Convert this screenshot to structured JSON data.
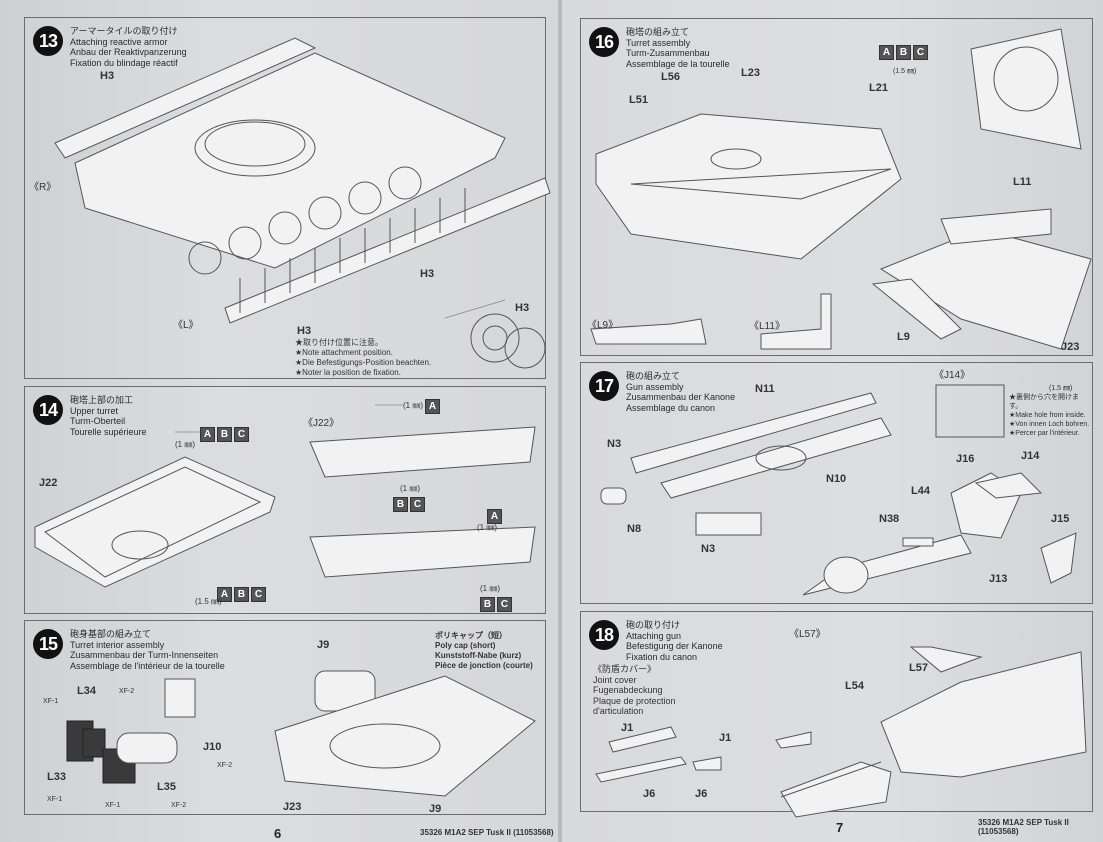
{
  "document": {
    "title": "M1A2 SEP Tusk II assembly instructions",
    "left_page_number": "6",
    "right_page_number": "7",
    "footer_left": "35326  M1A2 SEP Tusk II (11053568)",
    "footer_right": "35326  M1A2 SEP Tusk II (11053568)"
  },
  "steps": [
    {
      "number": "13",
      "jp": "アーマータイルの取り付け",
      "en": "Attaching reactive armor",
      "de": "Anbau der Reaktivpanzerung",
      "fr": "Fixation du blindage réactif",
      "part_labels": [
        "H3",
        "H3",
        "H3",
        "H3"
      ],
      "side_labels": [
        "《R》",
        "《L》"
      ],
      "notes": [
        "★取り付け位置に注意。",
        "★Note attachment position.",
        "★Die Befestigungs-Position beachten.",
        "★Noter la position de fixation."
      ]
    },
    {
      "number": "14",
      "jp": "砲塔上部の加工",
      "en": "Upper turret",
      "de": "Turm-Oberteil",
      "fr": "Tourelle supérieure",
      "part_labels": [
        "J22"
      ],
      "sub_label": "《J22》",
      "drill_1mm": "(1 ㎜)",
      "drill_15mm": "(1.5 ㎜)",
      "badges_abc": [
        "A",
        "B",
        "C"
      ],
      "badge_a": [
        "A"
      ],
      "badges_bc": [
        "B",
        "C"
      ]
    },
    {
      "number": "15",
      "jp": "砲身基部の組み立て",
      "en": "Turret interior assembly",
      "de": "Zusammenbau der Turm-Innenseiten",
      "fr": "Assemblage de l'intérieur de la tourelle",
      "part_labels": [
        "L34",
        "L33",
        "L35",
        "J10",
        "J9",
        "J9",
        "J23"
      ],
      "paints": [
        "XF-1",
        "XF-2",
        "XF-1",
        "XF-1",
        "XF-2",
        "XF-2"
      ],
      "polycap": {
        "jp": "ポリキャップ（短）",
        "en": "Poly cap (short)",
        "de": "Kunststoff-Nabe (kurz)",
        "fr": "Pièce de jonction (courte)"
      }
    },
    {
      "number": "16",
      "jp": "砲塔の組み立て",
      "en": "Turret assembly",
      "de": "Turm-Zusammenbau",
      "fr": "Assemblage de la tourelle",
      "part_labels": [
        "L56",
        "L23",
        "L51",
        "L21",
        "L11",
        "L9",
        "J23"
      ],
      "sub_labels": [
        "《L9》",
        "《L11》"
      ],
      "badges_abc": [
        "A",
        "B",
        "C"
      ],
      "drill_15mm": "(1.5 ㎜)"
    },
    {
      "number": "17",
      "jp": "砲の組み立て",
      "en": "Gun assembly",
      "de": "Zusammenbau der Kanone",
      "fr": "Assemblage du canon",
      "part_labels": [
        "N11",
        "N3",
        "N10",
        "N8",
        "N3",
        "J16",
        "J14",
        "L44",
        "N38",
        "J15",
        "J13"
      ],
      "sub_label": "《J14》",
      "drill_15mm": "(1.5 ㎜)",
      "notes": [
        "★裏側から穴を開けます。",
        "★Make hole from inside.",
        "★Von innen Loch bohren.",
        "★Percer par l'intérieur."
      ]
    },
    {
      "number": "18",
      "jp": "砲の取り付け",
      "en": "Attaching gun",
      "de": "Befestigung der Kanone",
      "fr": "Fixation du canon",
      "part_labels": [
        "L57",
        "L54",
        "J1",
        "J1",
        "J6",
        "J6"
      ],
      "sub_label": "《L57》",
      "joint_cover": {
        "jp": "《防盾カバー》",
        "en": "Joint cover",
        "de": "Fugenabdeckung",
        "fr1": "Plaque de protection",
        "fr2": "d'articulation"
      }
    }
  ]
}
